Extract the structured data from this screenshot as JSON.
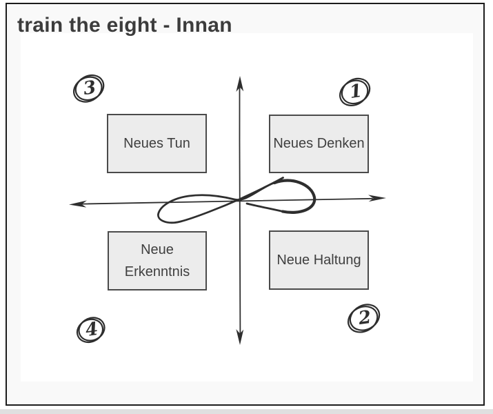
{
  "title": "train the eight - Innan",
  "quadrants": {
    "tr": {
      "number": "1",
      "label": "Neues Denken",
      "position": "top-right"
    },
    "br": {
      "number": "2",
      "label": "Neue Haltung",
      "position": "bottom-right"
    },
    "tl": {
      "number": "3",
      "label": "Neues Tun",
      "position": "top-left"
    },
    "bl": {
      "number": "4",
      "label": "Neue Erkenntnis",
      "position": "bottom-left"
    }
  },
  "icons": {
    "center": "infinity-loop-icon",
    "vertical_axis": "vertical-double-arrow-icon",
    "horizontal_axis": "horizontal-double-arrow-icon",
    "badges": "hand-drawn-circled-number-icons"
  },
  "colors": {
    "ink": "#2e2e2e",
    "box_fill": "#ececec",
    "box_border": "#4a4a4a",
    "title_text": "#3c3c3c",
    "frame_border": "#1c1c1c",
    "card_bg": "#ffffff",
    "page_bg": "#f9f9f9"
  }
}
